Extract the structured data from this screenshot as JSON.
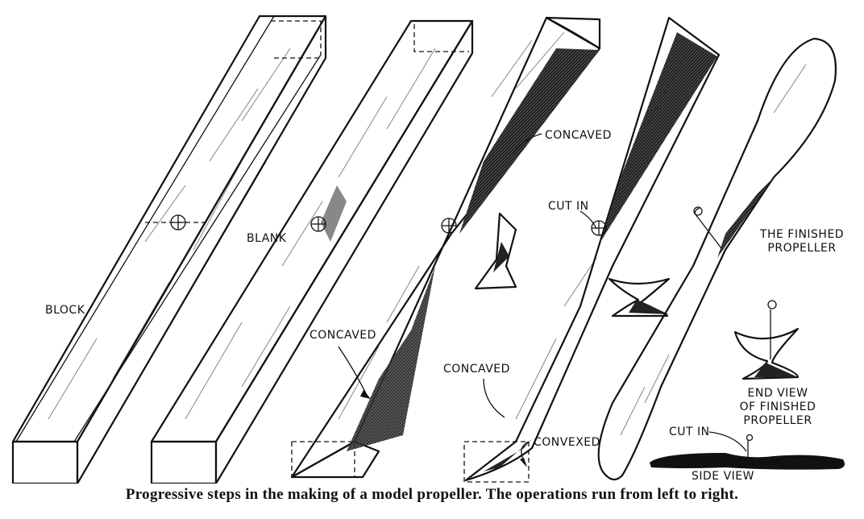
{
  "labels": {
    "block": "BLOCK",
    "blank": "BLANK",
    "concaved_top": "CONCAVED",
    "concaved_mid": "CONCAVED",
    "concaved_low": "CONCAVED",
    "convexed": "CONVEXED",
    "cut_in_top": "CUT IN",
    "cut_in_side": "CUT IN",
    "finished_line1": "THE FINISHED",
    "finished_line2": "PROPELLER",
    "end_view_line1": "END VIEW",
    "end_view_line2": "OF FINISHED",
    "end_view_line3": "PROPELLER",
    "side_view": "SIDE VIEW"
  },
  "caption": "Progressive steps in the making of a model propeller.  The operations run from left to right."
}
